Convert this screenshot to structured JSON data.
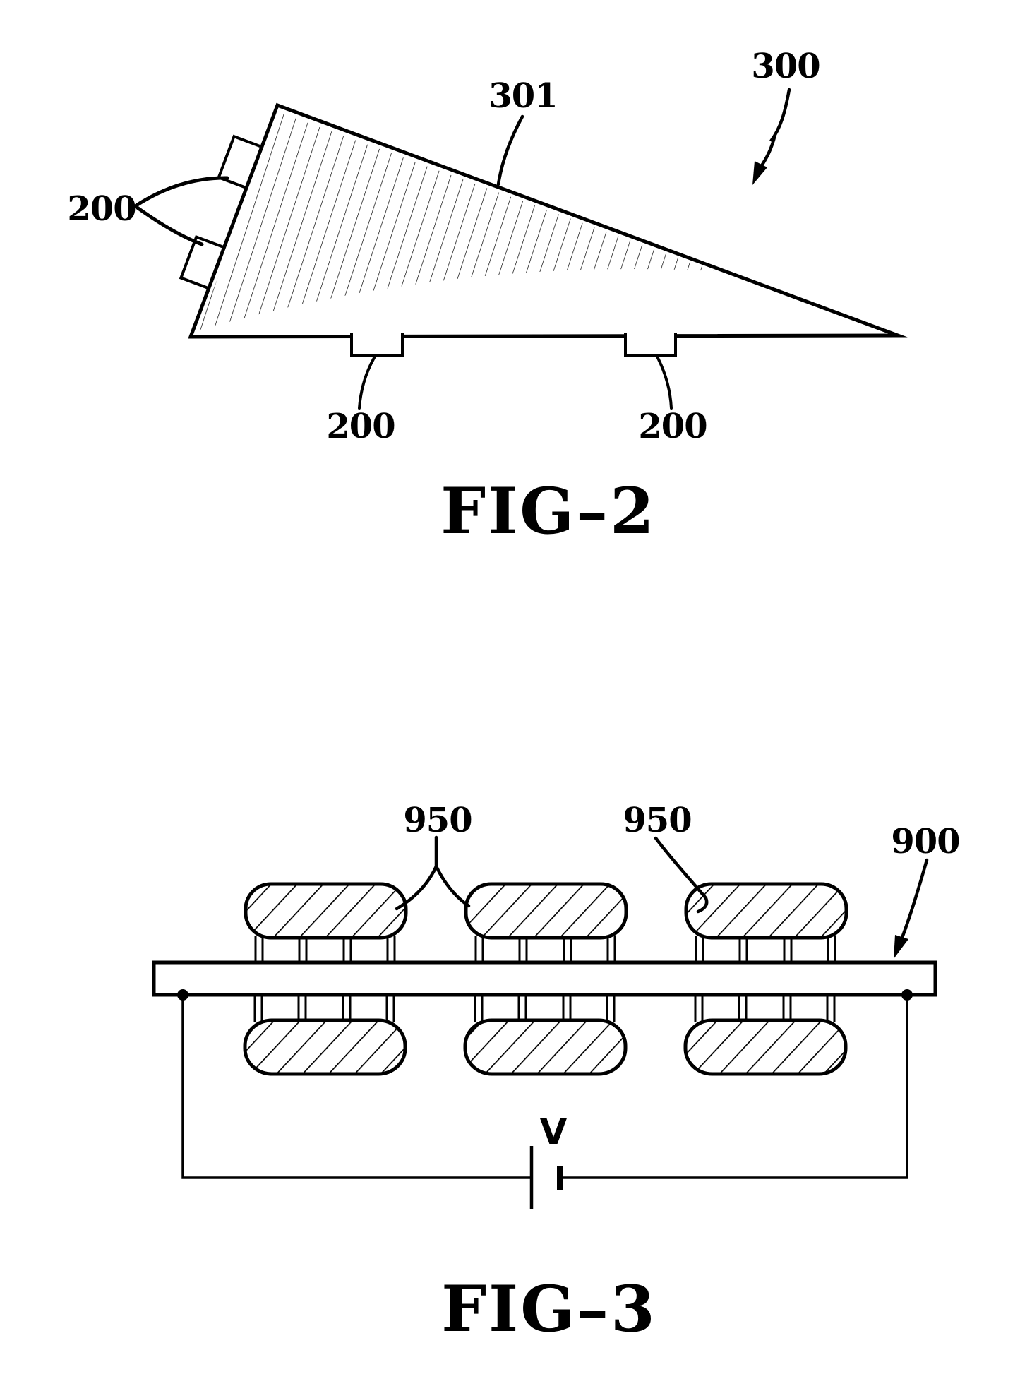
{
  "sheet": {
    "background_color": "#ffffff",
    "ink_color": "#000000"
  },
  "fig2": {
    "caption": "FIG–2",
    "refs": {
      "r301": "301",
      "r300": "300",
      "r200_side": "200",
      "r200_bottom_left": "200",
      "r200_bottom_right": "200"
    }
  },
  "fig3": {
    "caption": "FIG–3",
    "refs": {
      "r950_left": "950",
      "r950_right": "950",
      "r900": "900"
    },
    "voltage_label": "V"
  }
}
